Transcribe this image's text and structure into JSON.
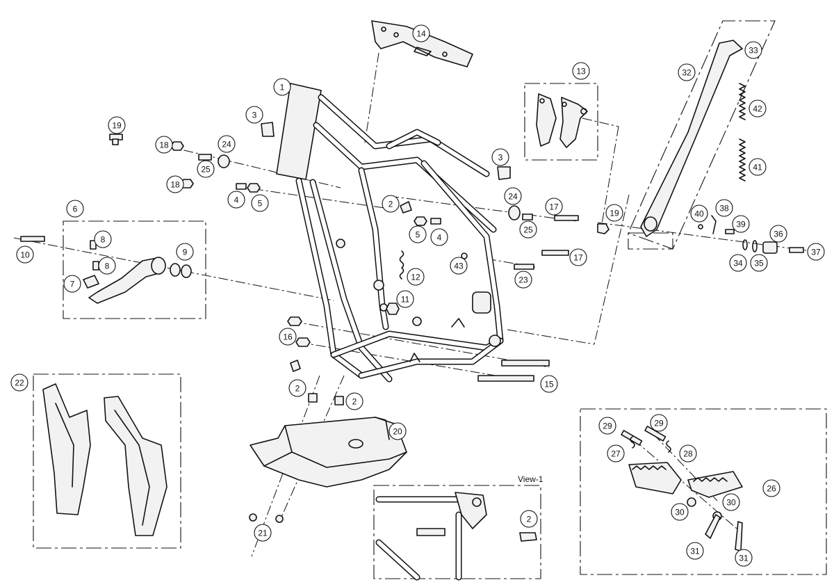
{
  "diagram": {
    "view_label": "View-1",
    "callouts": [
      {
        "id": "c1",
        "label": "1"
      },
      {
        "id": "c3a",
        "label": "3"
      },
      {
        "id": "c19a",
        "label": "19"
      },
      {
        "id": "c18a",
        "label": "18"
      },
      {
        "id": "c24a",
        "label": "24"
      },
      {
        "id": "c25a",
        "label": "25"
      },
      {
        "id": "c18b",
        "label": "18"
      },
      {
        "id": "c4a",
        "label": "4"
      },
      {
        "id": "c5a",
        "label": "5"
      },
      {
        "id": "c6",
        "label": "6"
      },
      {
        "id": "c8a",
        "label": "8"
      },
      {
        "id": "c10",
        "label": "10"
      },
      {
        "id": "c8b",
        "label": "8"
      },
      {
        "id": "c9",
        "label": "9"
      },
      {
        "id": "c7",
        "label": "7"
      },
      {
        "id": "c14",
        "label": "14"
      },
      {
        "id": "c13",
        "label": "13"
      },
      {
        "id": "c3b",
        "label": "3"
      },
      {
        "id": "c2a",
        "label": "2"
      },
      {
        "id": "c24b",
        "label": "24"
      },
      {
        "id": "c17a",
        "label": "17"
      },
      {
        "id": "c5b",
        "label": "5"
      },
      {
        "id": "c4b",
        "label": "4"
      },
      {
        "id": "c25b",
        "label": "25"
      },
      {
        "id": "c19b",
        "label": "19"
      },
      {
        "id": "c12",
        "label": "12"
      },
      {
        "id": "c43",
        "label": "43"
      },
      {
        "id": "c17b",
        "label": "17"
      },
      {
        "id": "c23",
        "label": "23"
      },
      {
        "id": "c11",
        "label": "11"
      },
      {
        "id": "c16",
        "label": "16"
      },
      {
        "id": "c15",
        "label": "15"
      },
      {
        "id": "c2b",
        "label": "2"
      },
      {
        "id": "c2c",
        "label": "2"
      },
      {
        "id": "c20",
        "label": "20"
      },
      {
        "id": "c21",
        "label": "21"
      },
      {
        "id": "c22",
        "label": "22"
      },
      {
        "id": "c2d",
        "label": "2"
      },
      {
        "id": "c32",
        "label": "32"
      },
      {
        "id": "c33",
        "label": "33"
      },
      {
        "id": "c42",
        "label": "42"
      },
      {
        "id": "c41",
        "label": "41"
      },
      {
        "id": "c40",
        "label": "40"
      },
      {
        "id": "c38",
        "label": "38"
      },
      {
        "id": "c39",
        "label": "39"
      },
      {
        "id": "c36",
        "label": "36"
      },
      {
        "id": "c37",
        "label": "37"
      },
      {
        "id": "c34",
        "label": "34"
      },
      {
        "id": "c35",
        "label": "35"
      },
      {
        "id": "c26",
        "label": "26"
      },
      {
        "id": "c29a",
        "label": "29"
      },
      {
        "id": "c29b",
        "label": "29"
      },
      {
        "id": "c27",
        "label": "27"
      },
      {
        "id": "c28",
        "label": "28"
      },
      {
        "id": "c30a",
        "label": "30"
      },
      {
        "id": "c30b",
        "label": "30"
      },
      {
        "id": "c31a",
        "label": "31"
      },
      {
        "id": "c31b",
        "label": "31"
      }
    ]
  }
}
